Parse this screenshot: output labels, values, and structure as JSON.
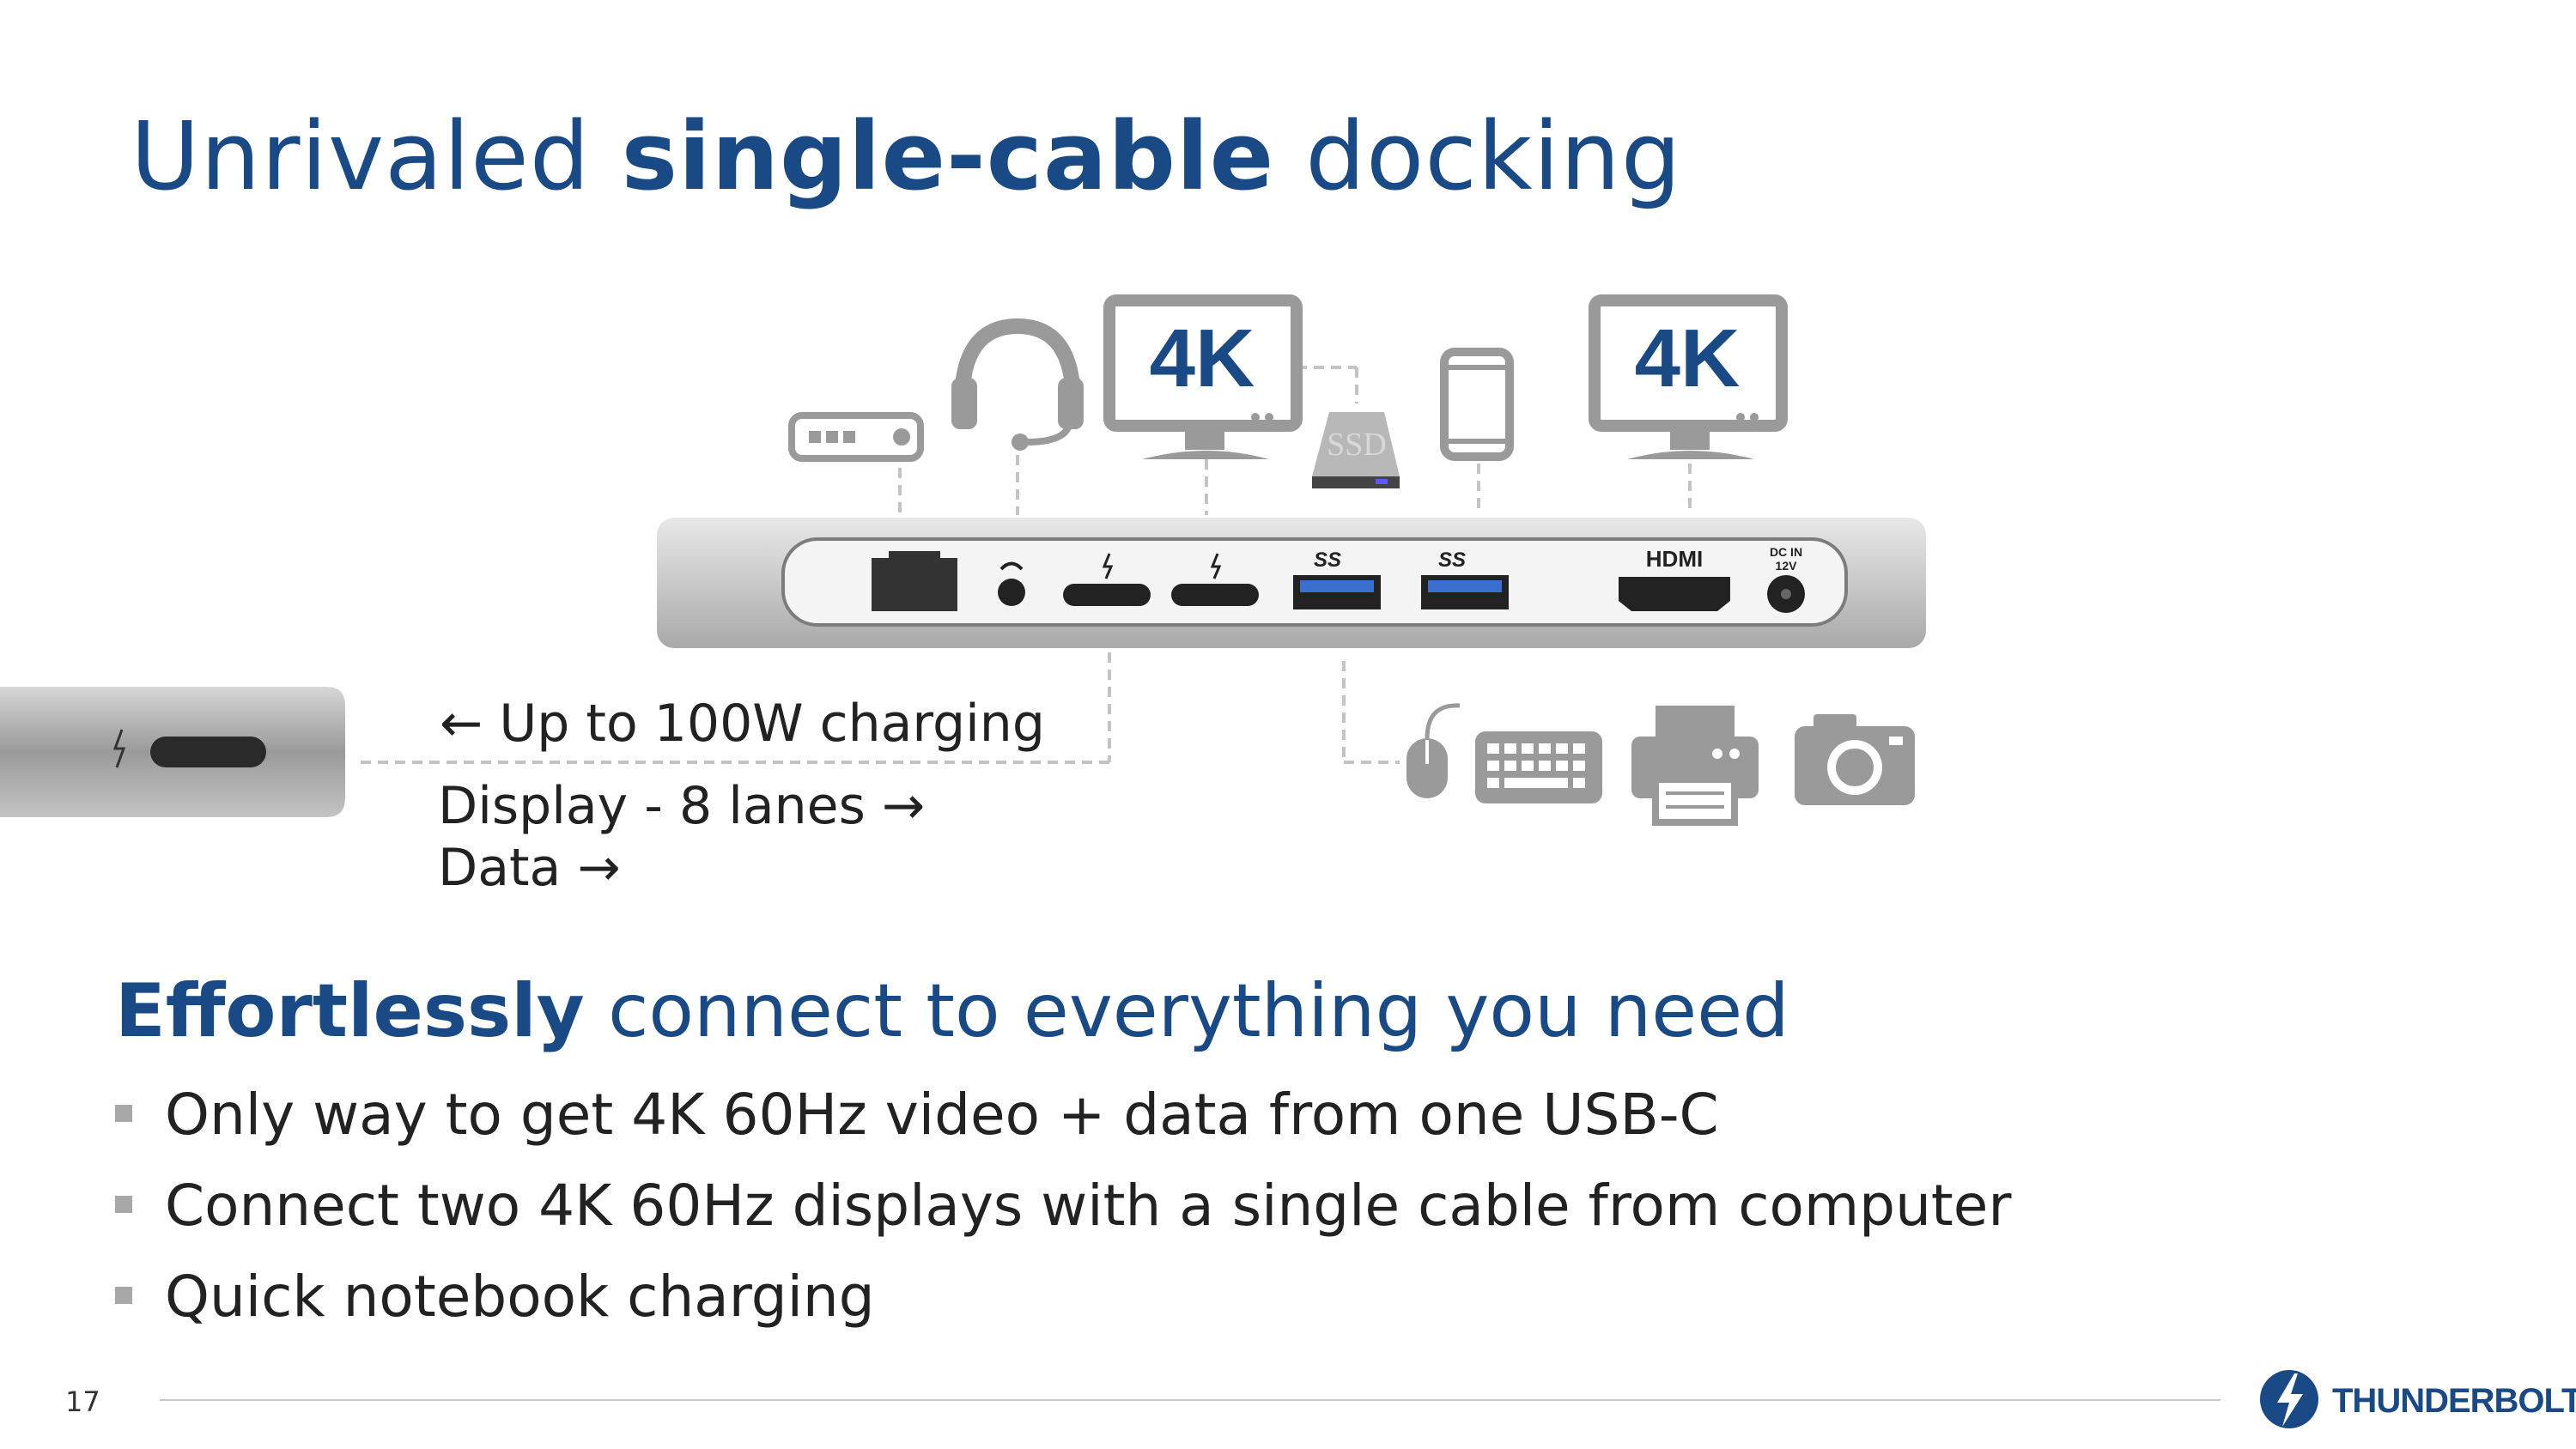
{
  "slide": {
    "title_pre": "Unrivaled ",
    "title_bold": "single-cable",
    "title_post": " docking",
    "labels": {
      "charging": "← Up to 100W charging",
      "display": "Display - 8 lanes →",
      "data": "Data →"
    },
    "monitor_labels": [
      "4K",
      "4K"
    ],
    "ssd_label": "SSD",
    "port_labels": {
      "usb1": "SS",
      "usb2": "SS",
      "hdmi": "HDMI",
      "dc_line1": "DC IN",
      "dc_line2": "12V"
    },
    "subhead_bold": "Effortlessly",
    "subhead_rest": " connect to everything you need",
    "bullets": [
      "Only way to get 4K 60Hz video + data from one USB-C",
      "Connect two 4K 60Hz displays with a single cable from computer",
      "Quick notebook charging"
    ],
    "page_number": "17",
    "brand": "THUNDERBOLT"
  },
  "colors": {
    "accent": "#1a4a86",
    "icon_gray": "#9a9a9a",
    "text": "#222222"
  },
  "icons": [
    "router-icon",
    "headset-icon",
    "monitor-icon",
    "ssd-icon",
    "phone-icon",
    "mouse-icon",
    "keyboard-icon",
    "printer-icon",
    "camera-icon",
    "thunderbolt-icon"
  ]
}
